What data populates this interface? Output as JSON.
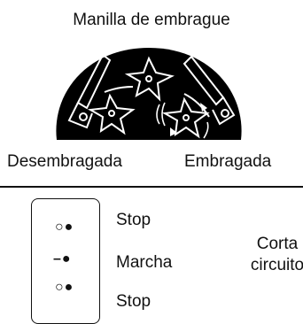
{
  "title": "Manilla de embrague",
  "labels": {
    "left": "Desembragada",
    "right": "Embragada"
  },
  "switch": {
    "rows": [
      {
        "symbol": "○●",
        "label": "Stop"
      },
      {
        "symbol": "–●",
        "label": "Marcha"
      },
      {
        "symbol": "○●",
        "label": "Stop"
      }
    ],
    "side_label_line1": "Corta",
    "side_label_line2": "circuito"
  },
  "colors": {
    "background": "#ffffff",
    "ink": "#111111",
    "fill": "#000000"
  }
}
